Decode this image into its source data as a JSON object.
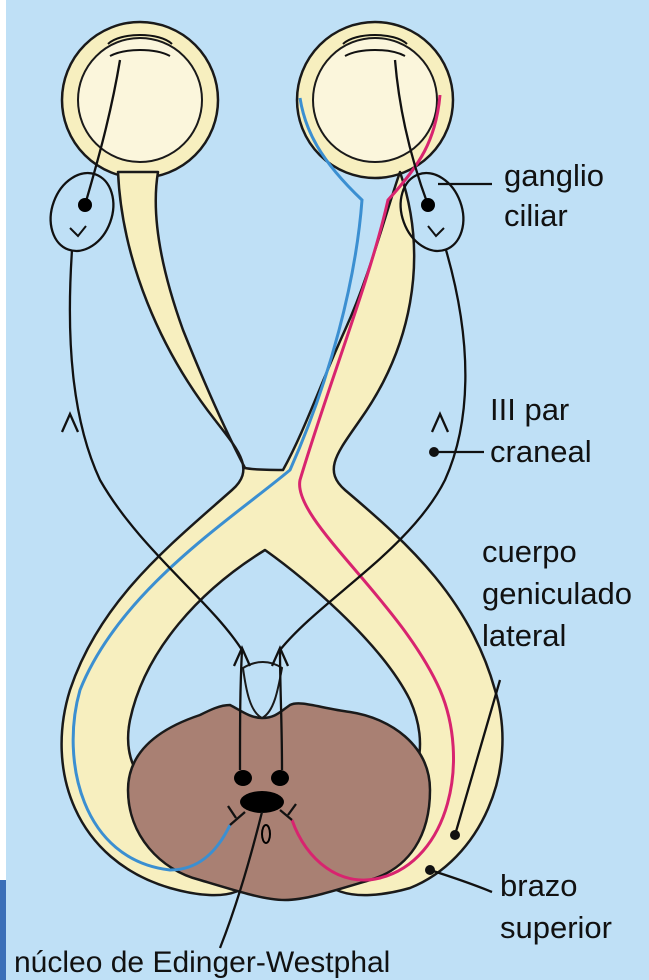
{
  "labels": {
    "ganglio_line1": "ganglio",
    "ganglio_line2": "ciliar",
    "par_line1": "III par",
    "par_line2": "craneal",
    "cuerpo_line1": "cuerpo",
    "cuerpo_line2": "geniculado",
    "cuerpo_line3": "lateral",
    "brazo_line1": "brazo",
    "brazo_line2": "superior",
    "nucleo": "núcleo de Edinger-Westphal"
  },
  "colors": {
    "background": "#bfe0f6",
    "tract_fill": "#f7efbf",
    "outline": "#1a1a1a",
    "midbrain": "#a98073",
    "blue_fiber": "#3b8fd1",
    "magenta_fiber": "#d8246f",
    "nucleus": "#000000"
  }
}
